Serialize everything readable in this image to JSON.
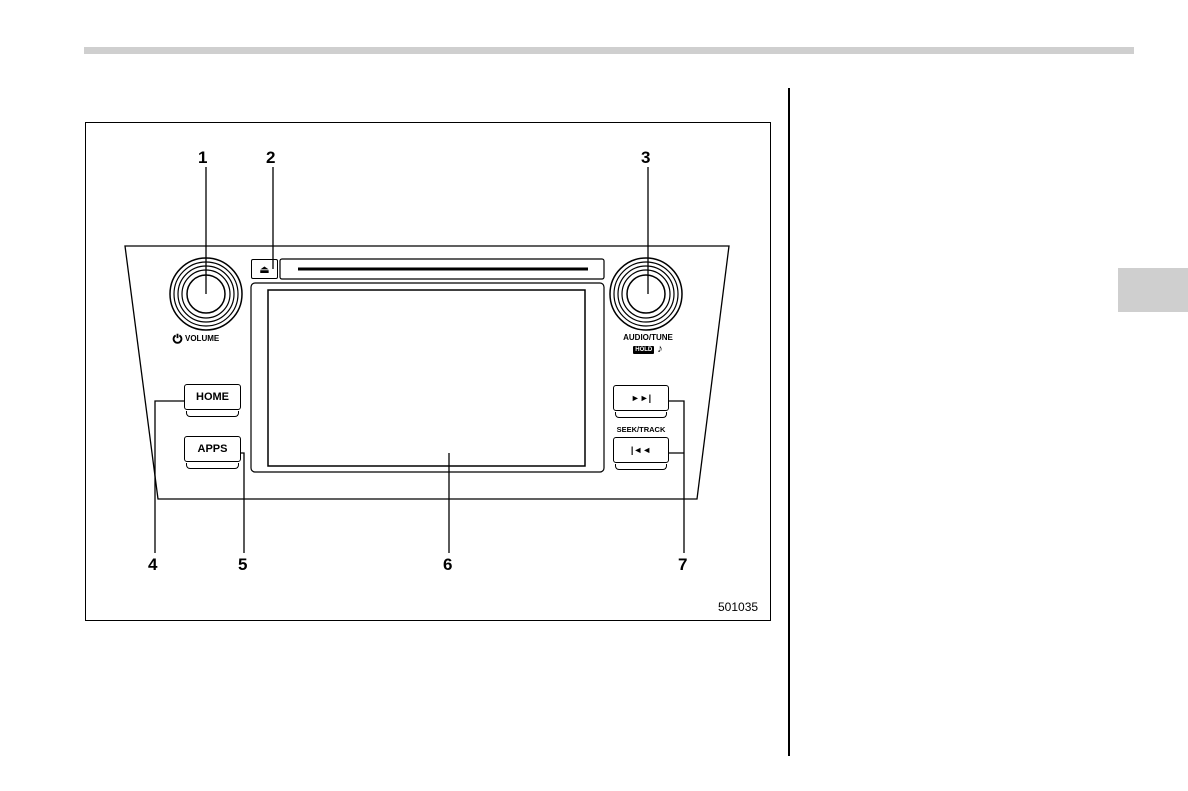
{
  "figure": {
    "id": "501035",
    "callouts": [
      "1",
      "2",
      "3",
      "4",
      "5",
      "6",
      "7"
    ]
  },
  "unit": {
    "volume_label": "VOLUME",
    "tune_label": "AUDIO/TUNE",
    "hold_label": "HOLD",
    "home_label": "HOME",
    "apps_label": "APPS",
    "seek_label": "SEEK/TRACK",
    "next_symbol": "►►|",
    "prev_symbol": "|◄◄",
    "eject_symbol": "⏏",
    "note_symbol": "♪"
  },
  "colors": {
    "header_bar": "#cfcfcf",
    "section_tab": "#cfcfcf",
    "ink": "#000000"
  }
}
